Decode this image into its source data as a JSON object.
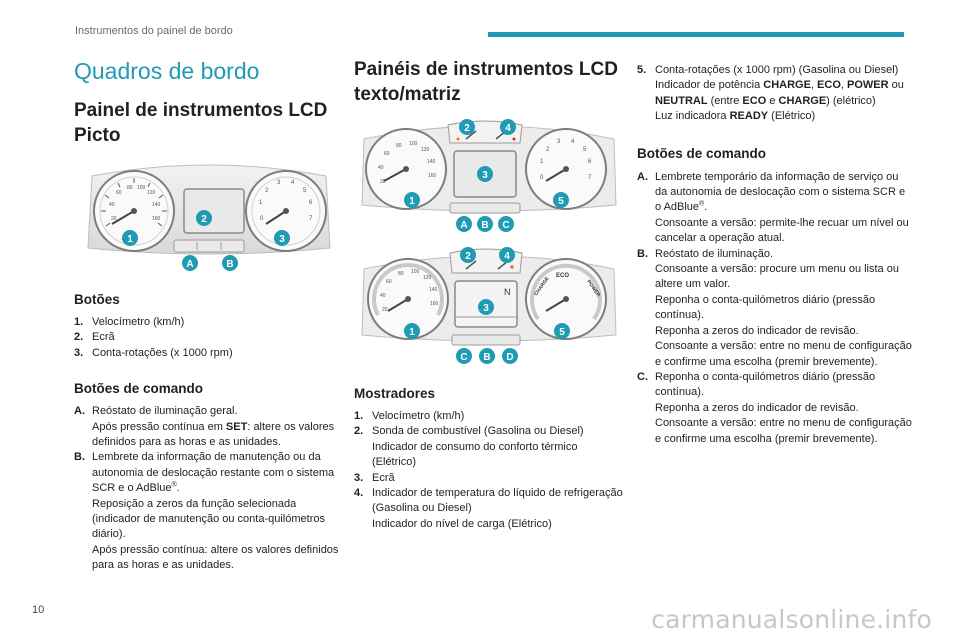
{
  "header": {
    "section": "Instrumentos do painel de bordo"
  },
  "page_number": "10",
  "watermark": "carmanualsonline.info",
  "left": {
    "title": "Quadros de bordo",
    "subtitle": "Painel de instrumentos LCD Picto",
    "figure": {
      "callouts": [
        "1",
        "2",
        "3",
        "A",
        "B"
      ]
    },
    "dials_heading": "Botões",
    "dials": [
      {
        "n": "1.",
        "t": "Velocímetro (km/h)"
      },
      {
        "n": "2.",
        "t": "Ecrã"
      },
      {
        "n": "3.",
        "t": "Conta-rotações (x 1000 rpm)"
      }
    ],
    "controls_heading": "Botões de comando",
    "controls": {
      "a": {
        "n": "A.",
        "l1": "Reóstato de iluminação geral.",
        "l2a": "Após pressão contínua em ",
        "l2b": "SET",
        "l2c": ": altere os valores definidos para as horas e as unidades."
      },
      "b": {
        "n": "B.",
        "l1": "Lembrete da informação de manutenção ou da autonomia de deslocação restante com o sistema SCR e o AdBlue",
        "reg": "®",
        "l1end": ".",
        "l2": "Reposição a zeros da função selecionada (indicador de manutenção ou conta-quilómetros diário).",
        "l3": "Após pressão contínua: altere os valores definidos para as horas e as unidades."
      }
    }
  },
  "middle": {
    "title": "Painéis de instrumentos LCD texto/matriz",
    "figure1": {
      "callouts": [
        "1",
        "2",
        "3",
        "4",
        "5",
        "A",
        "B",
        "C"
      ]
    },
    "figure2": {
      "callouts": [
        "1",
        "2",
        "3",
        "4",
        "5",
        "C",
        "B",
        "D"
      ],
      "gauge_labels": [
        "ECO",
        "CHARGE",
        "POWER"
      ],
      "display_letter": "N"
    },
    "gauges_heading": "Mostradores",
    "gauges": [
      {
        "n": "1.",
        "t": "Velocímetro (km/h)"
      },
      {
        "n": "2.",
        "t": "Sonda de combustível (Gasolina ou Diesel)",
        "t2": "Indicador de consumo do conforto térmico (Elétrico)"
      },
      {
        "n": "3.",
        "t": "Ecrã"
      },
      {
        "n": "4.",
        "t": "Indicador de temperatura do líquido de refrigeração (Gasolina ou Diesel)",
        "t2": "Indicador do nível de carga (Elétrico)"
      }
    ]
  },
  "right": {
    "item5": {
      "n": "5.",
      "l1": "Conta-rotações (x 1000 rpm) (Gasolina ou Diesel)",
      "l2a": "Indicador de potência ",
      "charge": "CHARGE",
      "eco": "ECO",
      "power": "POWER",
      "l2b": " ou ",
      "neutral": "NEUTRAL",
      "l2c": " (entre ",
      "l2d": " e ",
      "l2e": ") (elétrico)",
      "l3a": "Luz indicadora ",
      "ready": "READY",
      "l3b": " (Elétrico)"
    },
    "controls_heading": "Botões de comando",
    "a": {
      "n": "A.",
      "l1": "Lembrete temporário da informação de serviço ou da autonomia de deslocação com o sistema SCR e o AdBlue",
      "reg": "®",
      "l1end": ".",
      "l2": "Consoante a versão: permite-lhe recuar um nível ou cancelar a operação atual."
    },
    "b": {
      "n": "B.",
      "l1": "Reóstato de iluminação.",
      "l2": "Consoante a versão: procure um menu ou lista ou altere um valor.",
      "l3": "Reponha o conta-quilómetros diário (pressão contínua).",
      "l4": "Reponha a zeros do indicador de revisão.",
      "l5": "Consoante a versão: entre no menu de configuração e confirme uma escolha (premir brevemente)."
    },
    "c": {
      "n": "C.",
      "l1": "Reponha o conta-quilómetros diário (pressão contínua).",
      "l2": "Reponha a zeros do indicador de revisão.",
      "l3": "Consoante a versão: entre no menu de configuração e confirme uma escolha (premir brevemente)."
    }
  }
}
